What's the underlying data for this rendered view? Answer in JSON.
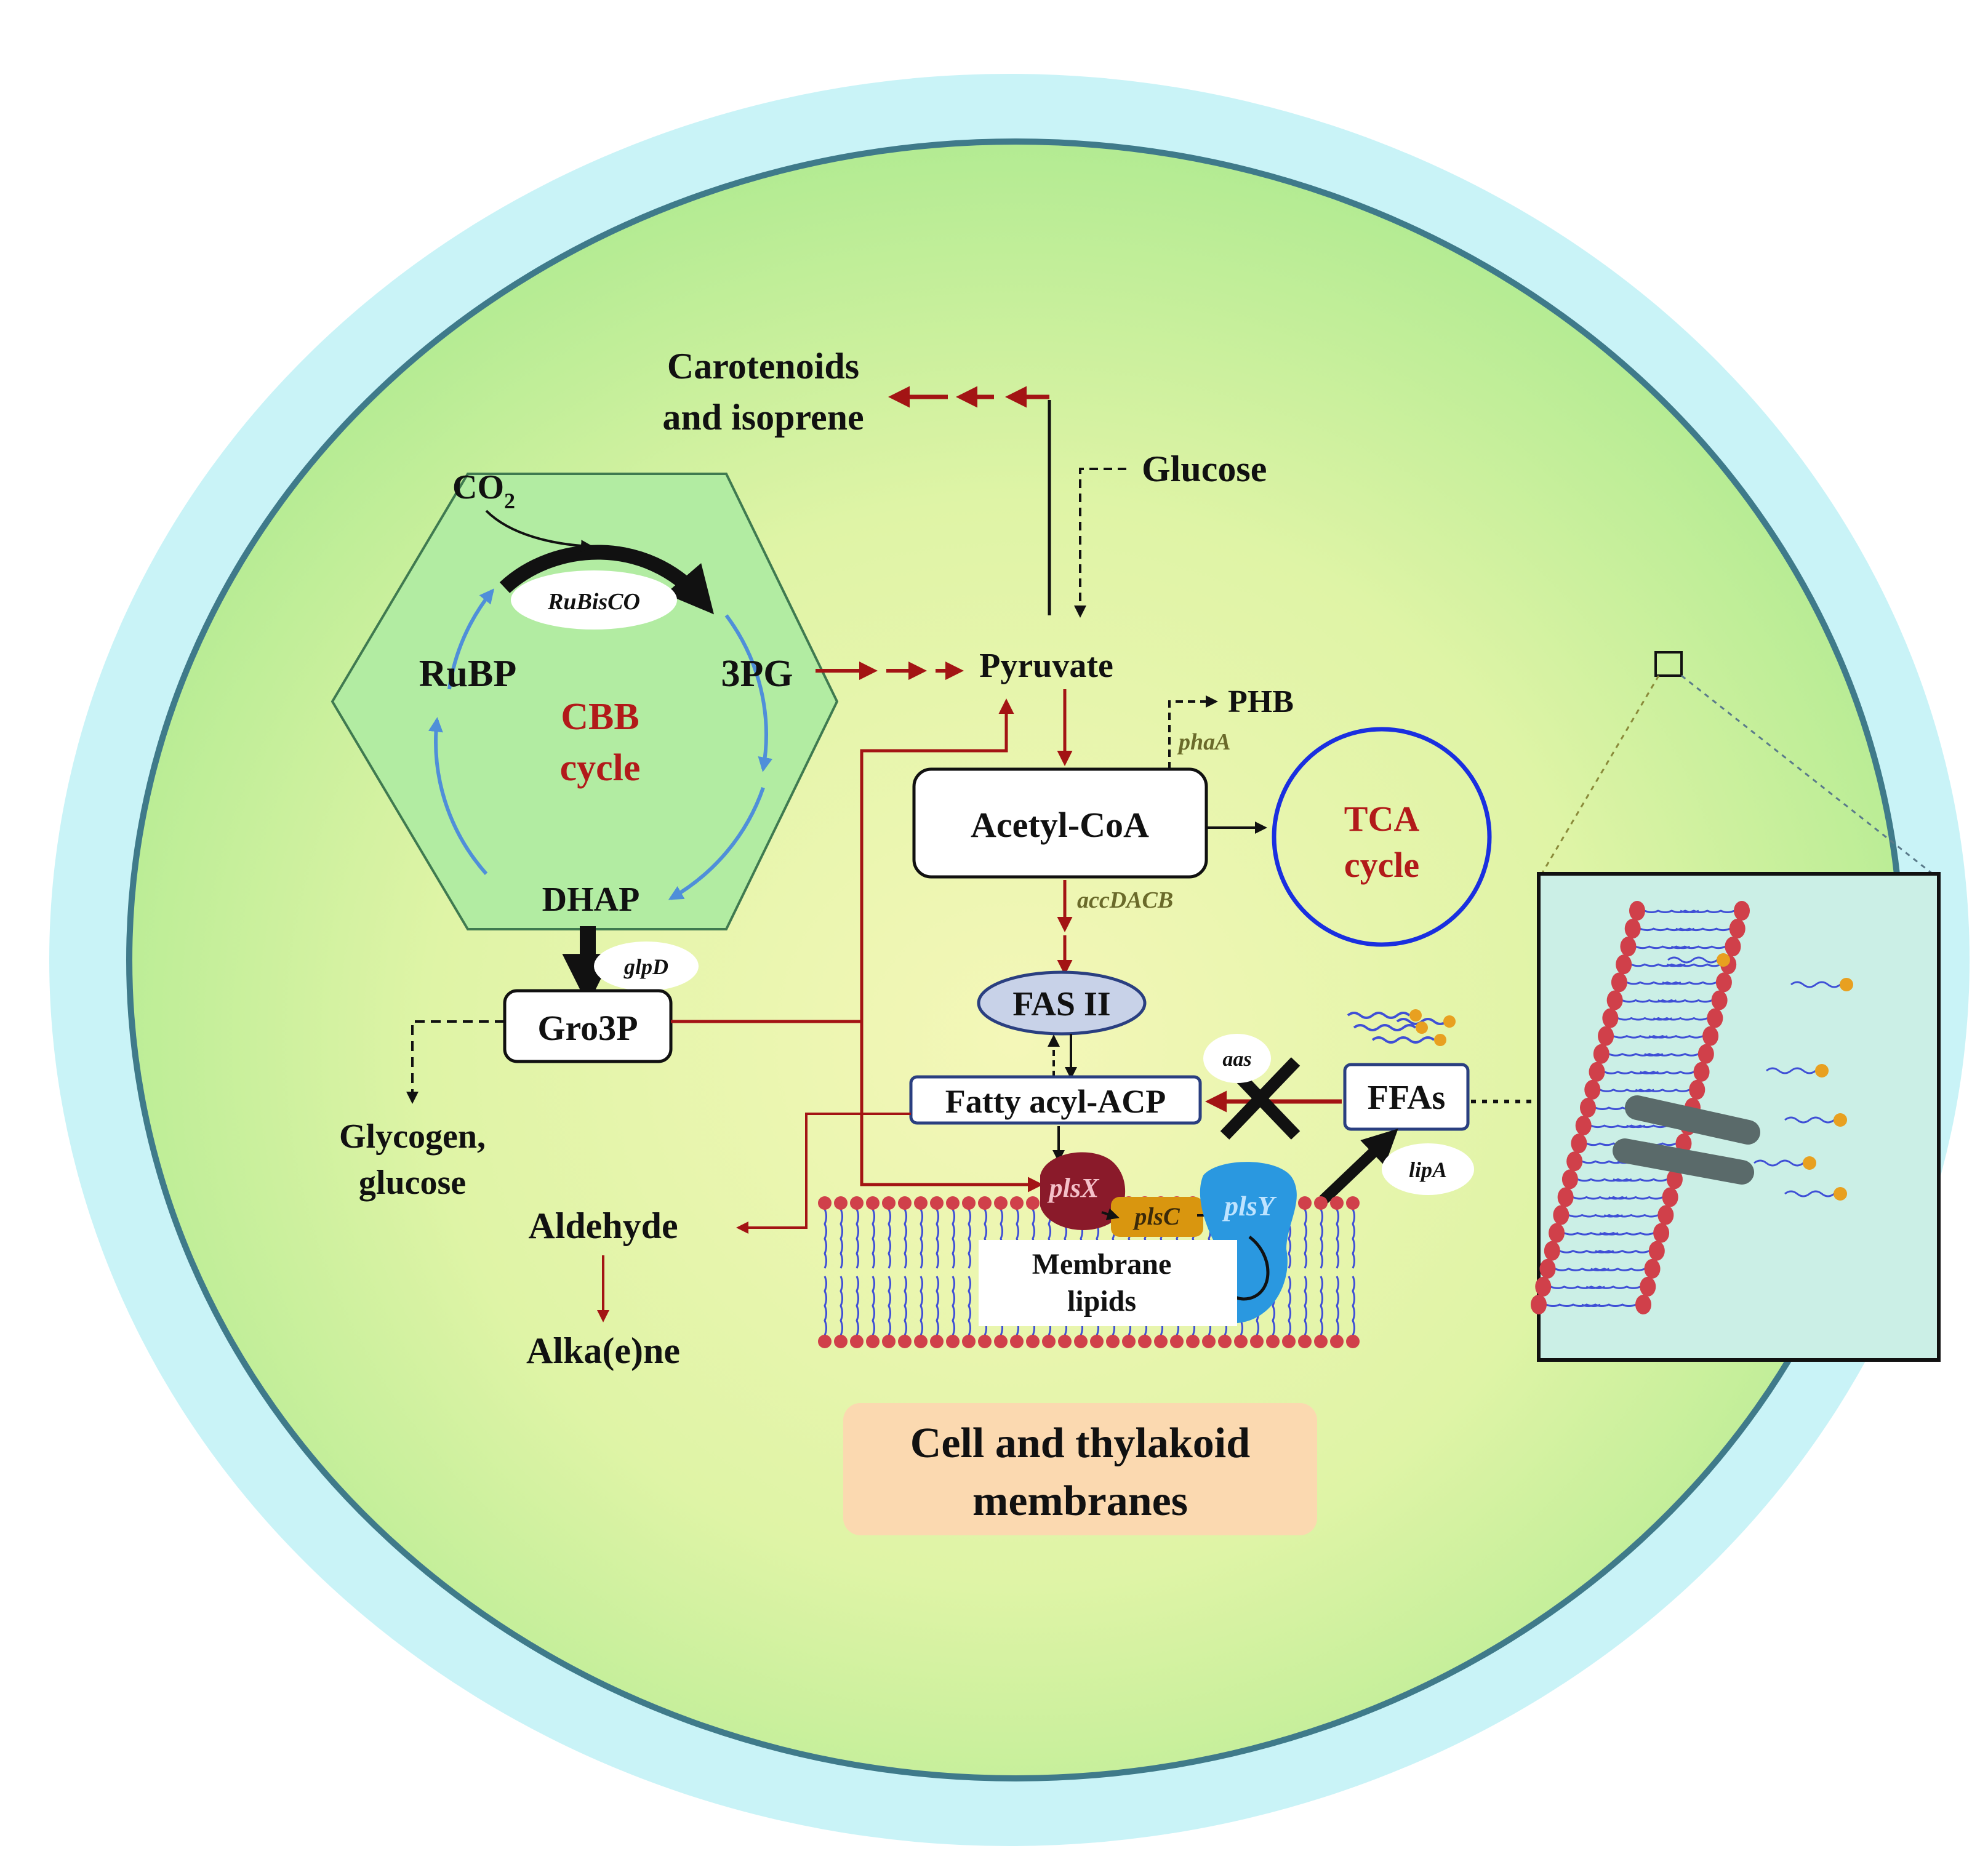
{
  "labels": {
    "carotenoids_line1": "Carotenoids",
    "carotenoids_line2": "and isoprene",
    "glucose": "Glucose",
    "co2_main": "CO",
    "co2_sub": "2",
    "rubisco": "RuBisCO",
    "rubp": "RuBP",
    "pg3": "3PG",
    "cbb_line1": "CBB",
    "cbb_line2": "cycle",
    "dhap": "DHAP",
    "glpd": "glpD",
    "gro3p": "Gro3P",
    "glycogen_line1": "Glycogen,",
    "glycogen_line2": "glucose",
    "pyruvate": "Pyruvate",
    "phb": "PHB",
    "phaa": "phaA",
    "acetyl_coa": "Acetyl-CoA",
    "tca_line1": "TCA",
    "tca_line2": "cycle",
    "accdacb": "accDACB",
    "fas2": "FAS II",
    "fatty_acyl_acp": "Fatty acyl-ACP",
    "aas": "aas",
    "ffas": "FFAs",
    "lipa": "lipA",
    "aldehyde": "Aldehyde",
    "alkaene": "Alka(e)ne",
    "plsx": "plsX",
    "plsc": "plsC",
    "plsy": "plsY",
    "membrane_lipids_line1": "Membrane",
    "membrane_lipids_line2": "lipids",
    "caption_line1": "Cell and thylakoid",
    "caption_line2": "membranes"
  },
  "colors": {
    "outer_halo": "#c9f3f7",
    "cell_green": "#b8ec9a",
    "cell_yellow": "#f3f6b4",
    "hexagon": "#b2eca2",
    "flux_red": "#a31414",
    "cycle_red": "#b21a1a",
    "cycle_blue": "#4f8fd9",
    "tca_blue": "#1a2fe0",
    "gene_olive": "#6a6a2a",
    "caption_box": "#fbd9b0",
    "lipid_head": "#d0404a",
    "lipid_tail": "#3f4fd6",
    "plsx_color": "#8a1a2a",
    "plsc_color": "#d9960f",
    "plsy_color": "#2a98e0"
  }
}
